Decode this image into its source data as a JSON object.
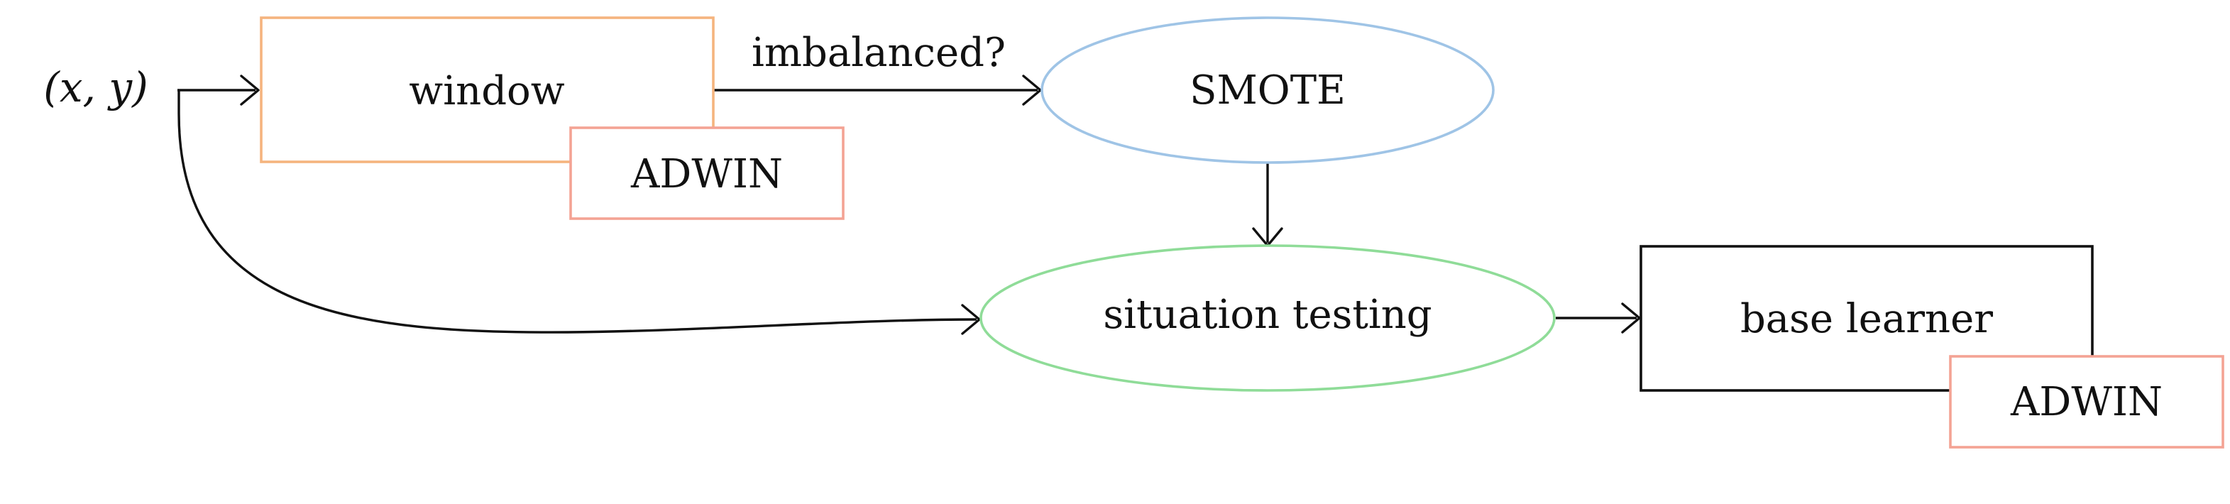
{
  "nodes": {
    "input": {
      "label": "(x, y)"
    },
    "window": {
      "label": "window",
      "border": "#f5b47e"
    },
    "window_adwin": {
      "label": "ADWIN",
      "border": "#f4a394"
    },
    "smote": {
      "label": "SMOTE",
      "border": "#9fc4e6"
    },
    "situation": {
      "label": "situation testing",
      "border": "#8fdc98"
    },
    "base": {
      "label": "base learner",
      "border": "#111111"
    },
    "base_adwin": {
      "label": "ADWIN",
      "border": "#f4a394"
    }
  },
  "edges": {
    "window_to_smote": {
      "label": "imbalanced?"
    }
  }
}
